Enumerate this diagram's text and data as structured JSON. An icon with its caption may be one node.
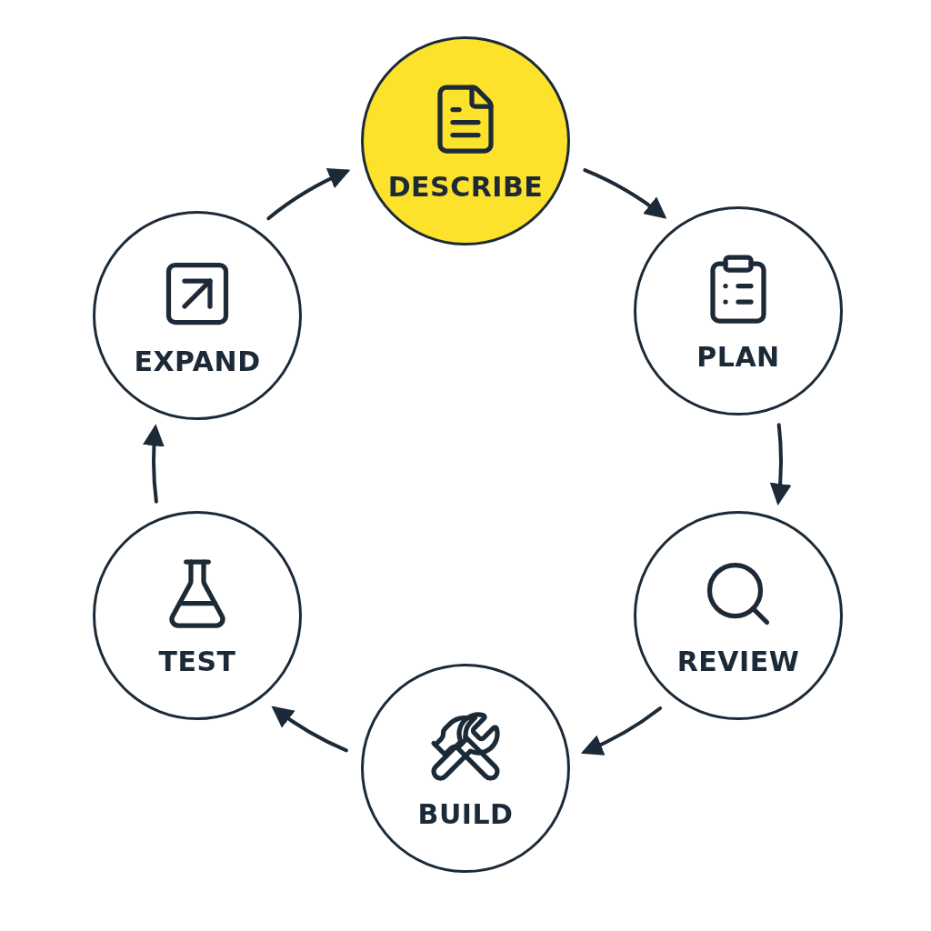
{
  "diagram": {
    "nodes": [
      {
        "text": [
          "DESCRIBE"
        ]
      },
      {
        "text": [
          "PLAN"
        ]
      },
      {
        "text": [
          "REVIEW"
        ]
      },
      {
        "text": [
          "BUILD"
        ]
      },
      {
        "text": [
          "TEST"
        ]
      },
      {
        "text": [
          "EXPAND"
        ]
      }
    ],
    "edges": [
      {
        "from": 0,
        "to": 1,
        "arrow": "to"
      },
      {
        "from": 1,
        "to": 2,
        "arrow": "to"
      },
      {
        "from": 2,
        "to": 3,
        "arrow": "to"
      },
      {
        "from": 3,
        "to": 4,
        "arrow": "to"
      },
      {
        "from": 4,
        "to": 5,
        "arrow": "to"
      },
      {
        "from": 5,
        "to": 0,
        "arrow": "to"
      }
    ]
  }
}
